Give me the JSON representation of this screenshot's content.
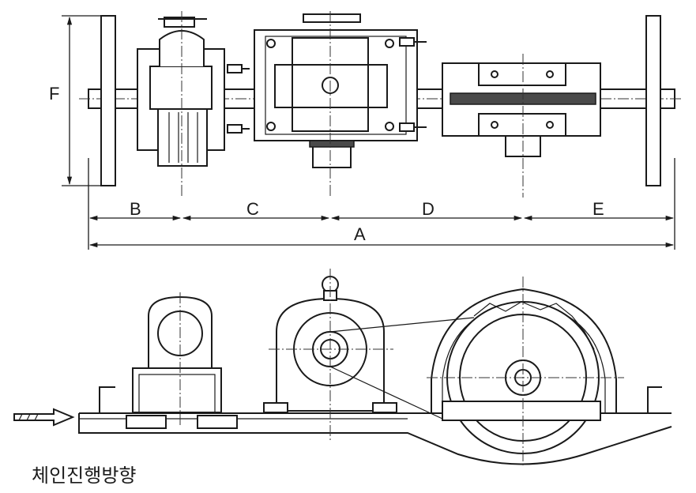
{
  "dimensions": {
    "a": "A",
    "b": "B",
    "c": "C",
    "d": "D",
    "e": "E",
    "f": "F"
  },
  "caption": "체인진행방향"
}
